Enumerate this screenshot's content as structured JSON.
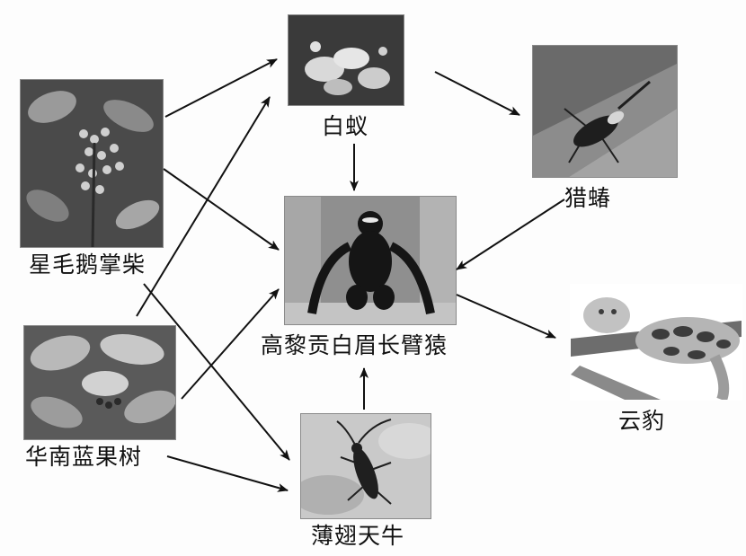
{
  "nodes": {
    "termite": {
      "label": "白蚁",
      "icon": "termite-photo"
    },
    "assassin_bug": {
      "label": "猎蝽",
      "icon": "assassin-bug-photo"
    },
    "schefflera": {
      "label": "星毛鹅掌柴",
      "icon": "schefflera-plant-photo"
    },
    "gibbon": {
      "label": "高黎贡白眉长臂猿",
      "icon": "gibbon-photo"
    },
    "leopard": {
      "label": "云豹",
      "icon": "clouded-leopard-photo"
    },
    "blueberry_tree": {
      "label": "华南蓝果树",
      "icon": "blueberry-tree-photo"
    },
    "longhorn": {
      "label": "薄翅天牛",
      "icon": "longhorn-beetle-photo"
    }
  },
  "edges": [
    {
      "from": "星毛鹅掌柴",
      "to": "白蚁"
    },
    {
      "from": "星毛鹅掌柴",
      "to": "高黎贡白眉长臂猿"
    },
    {
      "from": "星毛鹅掌柴",
      "to": "薄翅天牛"
    },
    {
      "from": "华南蓝果树",
      "to": "白蚁"
    },
    {
      "from": "华南蓝果树",
      "to": "高黎贡白眉长臂猿"
    },
    {
      "from": "华南蓝果树",
      "to": "薄翅天牛"
    },
    {
      "from": "白蚁",
      "to": "猎蝽"
    },
    {
      "from": "白蚁",
      "to": "高黎贡白眉长臂猿"
    },
    {
      "from": "猎蝽",
      "to": "高黎贡白眉长臂猿"
    },
    {
      "from": "薄翅天牛",
      "to": "高黎贡白眉长臂猿"
    },
    {
      "from": "高黎贡白眉长臂猿",
      "to": "云豹"
    }
  ],
  "colors": {
    "ink": "#111111",
    "photo_bg": "#cfcfcf",
    "photo_dark": "#333333"
  }
}
